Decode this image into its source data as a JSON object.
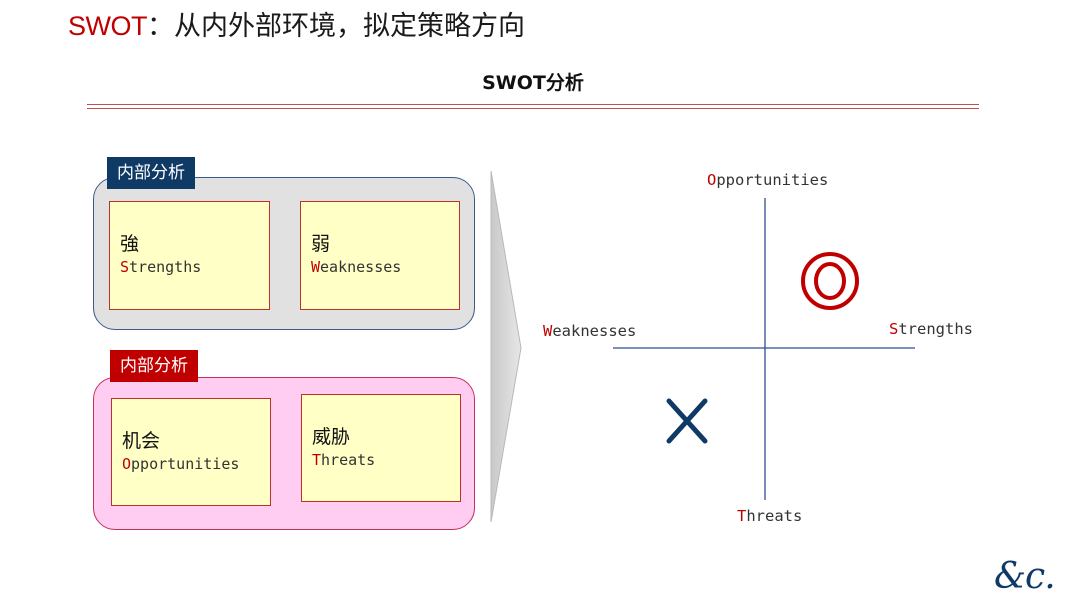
{
  "header": {
    "title_accent": "SWOT",
    "title_rest": "：从内外部环境，拟定策略方向",
    "subtitle": "SWOT分析"
  },
  "internal": {
    "tag": "内部分析",
    "cards": [
      {
        "zh": "強",
        "en_first": "S",
        "en_rest": "trengths"
      },
      {
        "zh": "弱",
        "en_first": "W",
        "en_rest": "eaknesses"
      }
    ]
  },
  "external": {
    "tag": "内部分析",
    "cards": [
      {
        "zh": "机会",
        "en_first": "O",
        "en_rest": "pportunities"
      },
      {
        "zh": "威胁",
        "en_first": "T",
        "en_rest": "hreats"
      }
    ]
  },
  "matrix": {
    "top": {
      "first": "O",
      "rest": "pportunities"
    },
    "bottom": {
      "first": "T",
      "rest": "hreats"
    },
    "left": {
      "first": "W",
      "rest": "eaknesses"
    },
    "right": {
      "first": "S",
      "rest": "trengths"
    },
    "good_mark": "double-circle-icon",
    "bad_mark": "cross-icon"
  },
  "colors": {
    "accent_red": "#c00000",
    "navy": "#0f3a66",
    "card_fill": "#ffffc6",
    "internal_panel": "#e1e1e1",
    "external_panel": "#ffccf2"
  },
  "footer": {
    "logo": "&c."
  }
}
